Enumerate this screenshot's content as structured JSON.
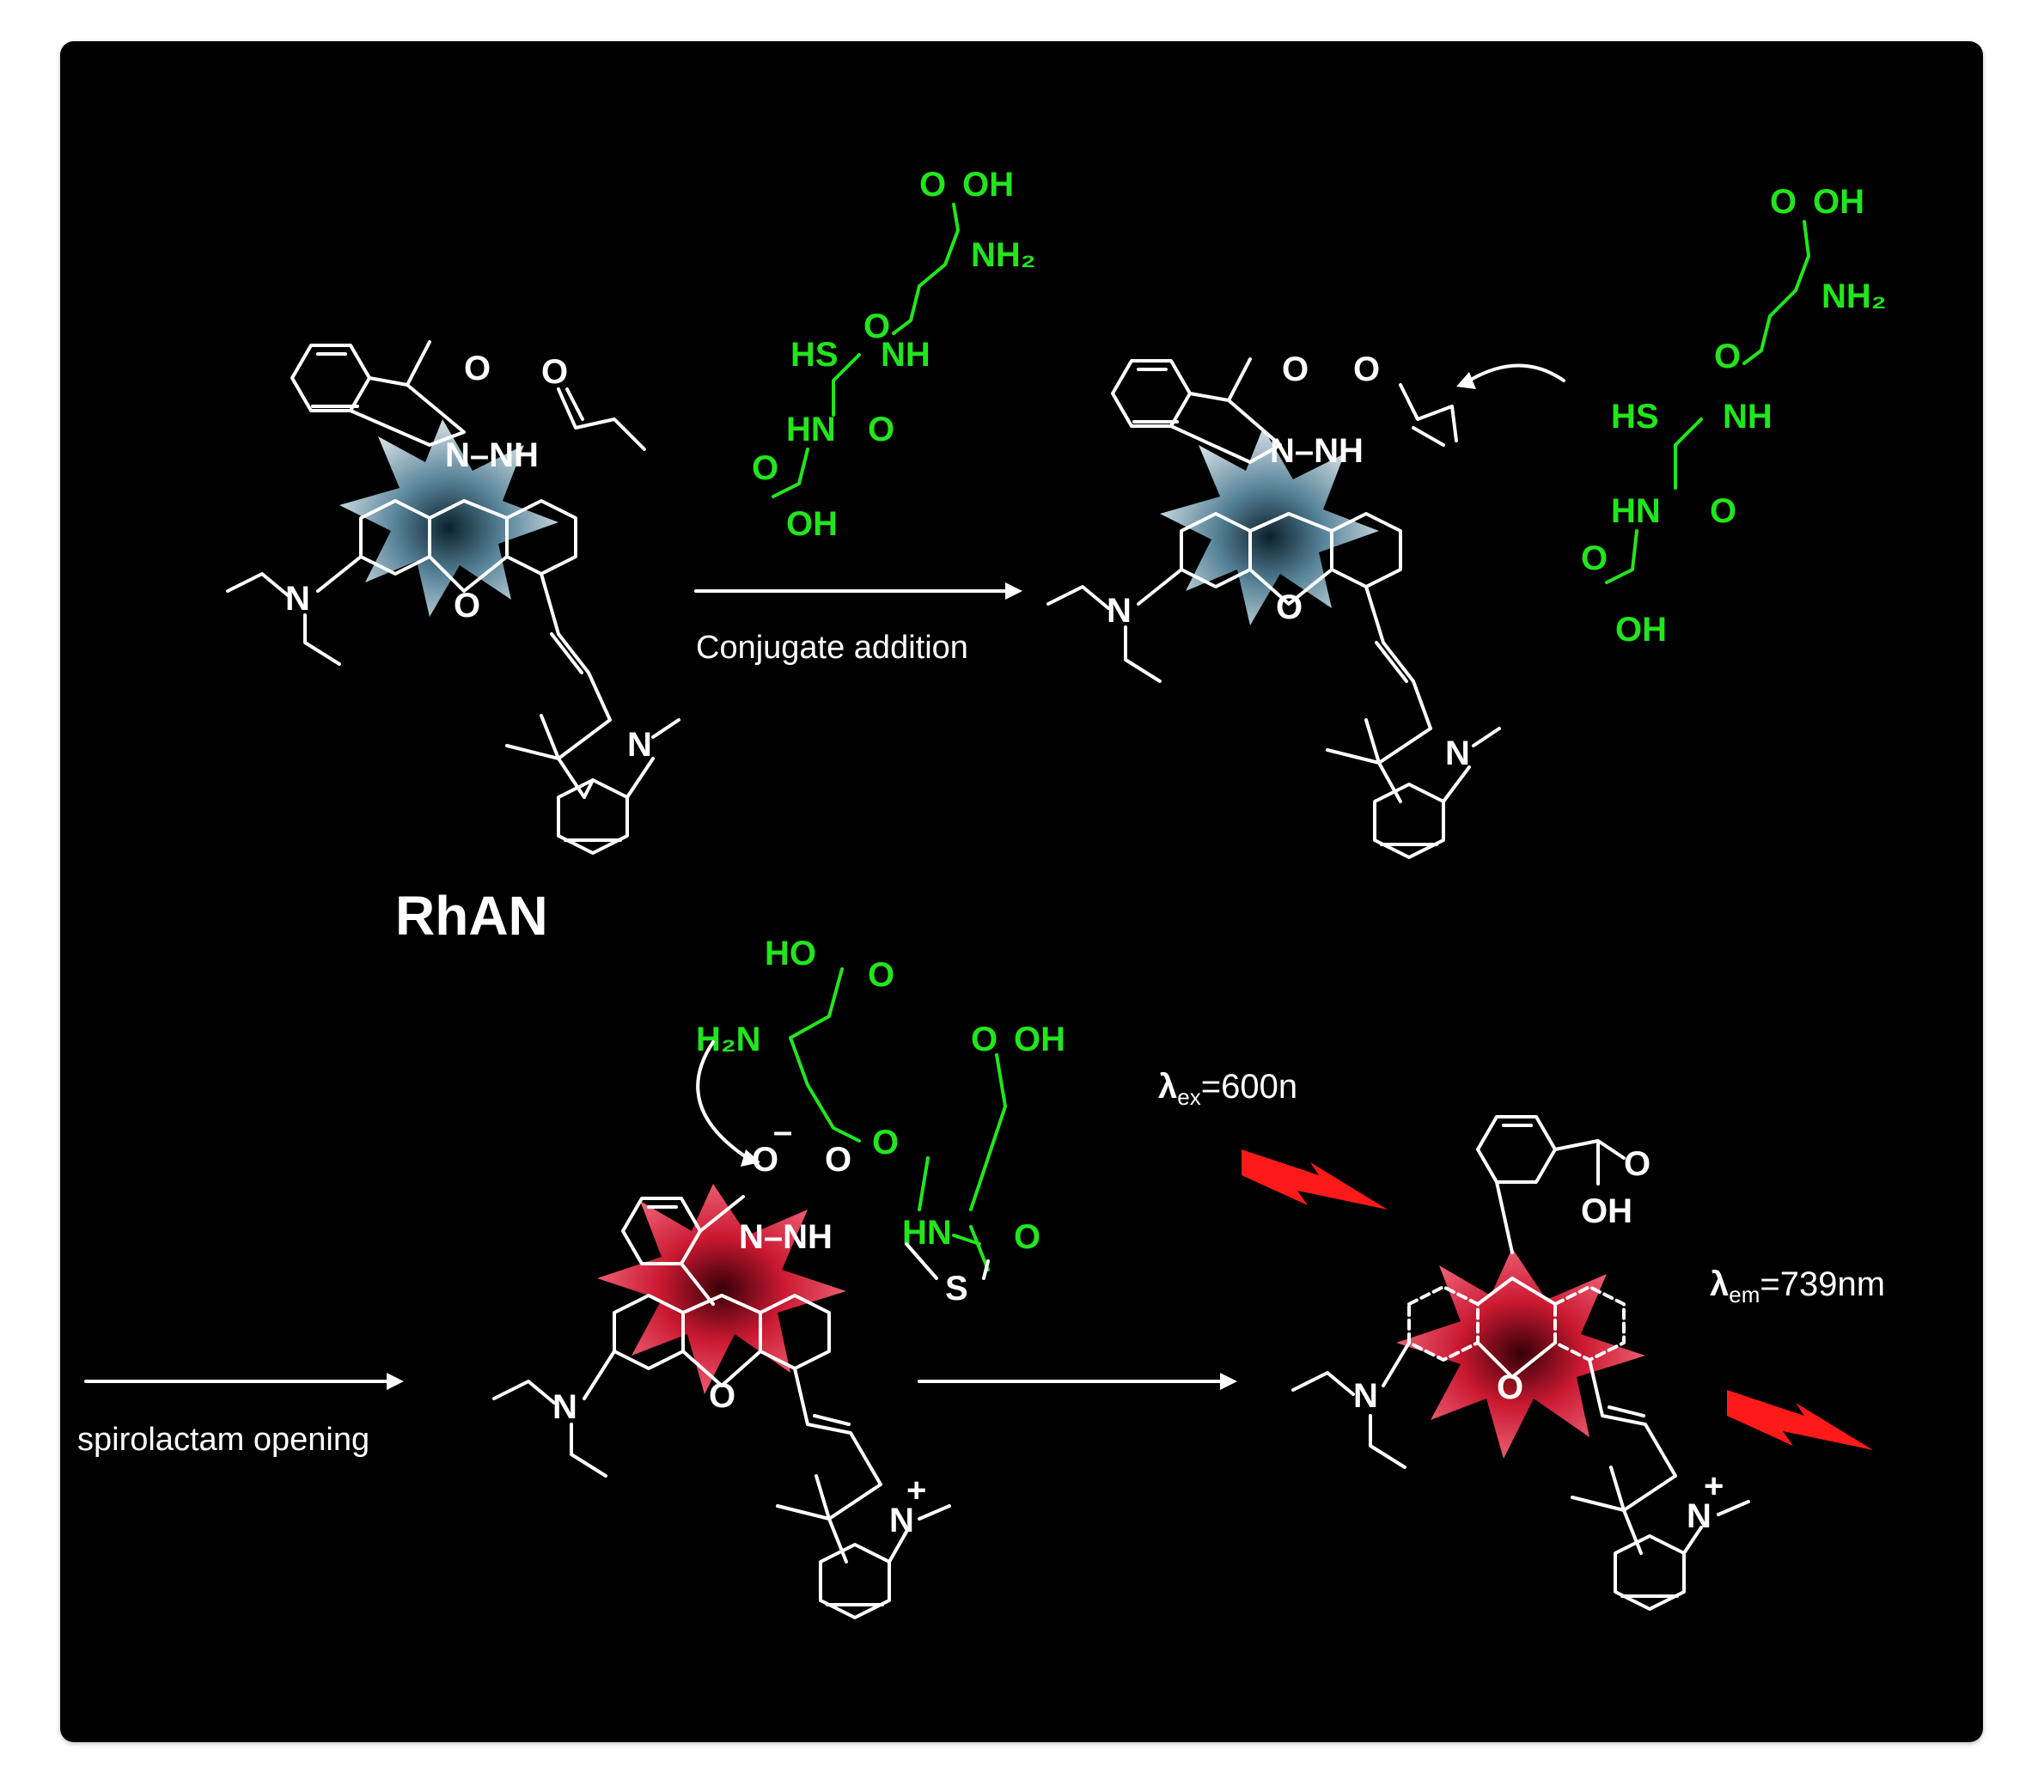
{
  "compound": {
    "name": "RhAN"
  },
  "steps": {
    "step1": "Conjugate addition",
    "step2": "spirolactam opening",
    "step3": ""
  },
  "atoms": {
    "O": "O",
    "OH": "OH",
    "N": "N",
    "NH": "NH",
    "NN_H": "N–NH",
    "HN": "HN",
    "HS": "HS",
    "S": "S",
    "H2N": "H₂N",
    "NH2": "NH₂",
    "HO": "HO",
    "minus": "–",
    "plus": "+",
    "O_minus": "O"
  },
  "excitation": {
    "symbol": "λ",
    "sub": "ex",
    "value": "=600n"
  },
  "emission": {
    "symbol": "λ",
    "sub": "em",
    "value": "=739nm"
  },
  "colors": {
    "background": "#000000",
    "bond": "#ffffff",
    "glutathione": "#22e61c",
    "glow_off": "#cfe6f2",
    "glow_on": "#ff2a44",
    "bolt": "#ff1a1a"
  }
}
